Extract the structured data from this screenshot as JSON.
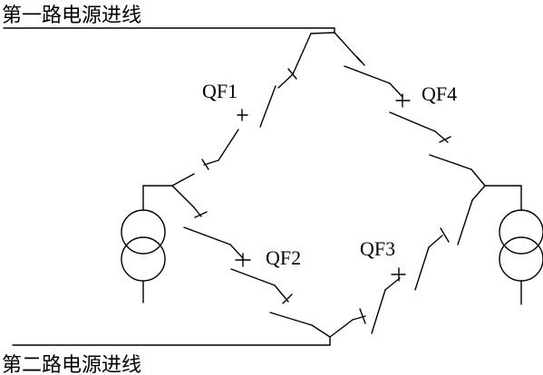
{
  "sources": {
    "line1_label": "第一路电源进线",
    "line2_label": "第二路电源进线"
  },
  "breakers": {
    "qf1": "QF1",
    "qf2": "QF2",
    "qf3": "QF3",
    "qf4": "QF4"
  }
}
